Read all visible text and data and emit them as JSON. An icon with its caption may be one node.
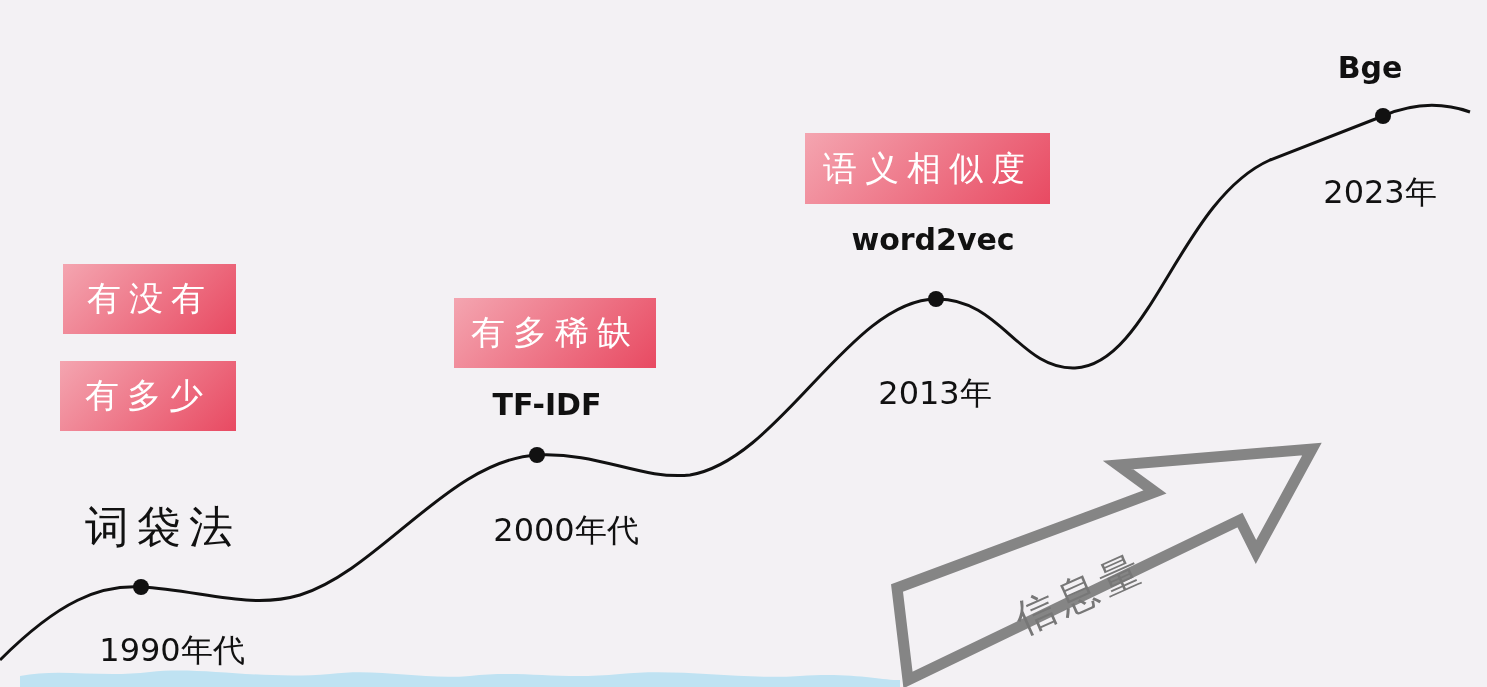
{
  "diagram": {
    "labels": [
      "Bge",
      "语义相似度",
      "2023年",
      "word2vec",
      "有没有",
      "有多稀缺",
      "有多少",
      "2013年",
      "TF-IDF",
      "词袋法",
      "2000年代",
      "信息量",
      "1990年代"
    ]
  }
}
